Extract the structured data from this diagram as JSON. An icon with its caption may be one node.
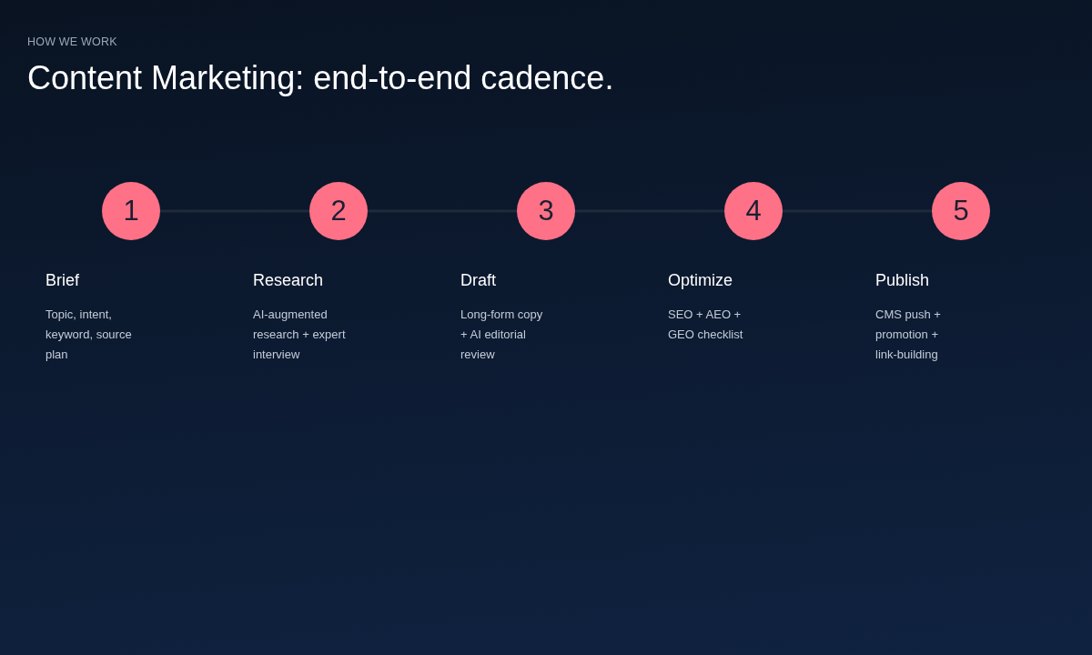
{
  "diagram": {
    "title": "Content Marketing: end-to-end cadence.",
    "nodes": [
      {
        "text": [
          "1"
        ],
        "beside": [
          "Brief",
          "Topic, intent, keyword, source plan"
        ]
      },
      {
        "text": [
          "2"
        ],
        "beside": [
          "Research",
          "AI-augmented research + expert interview"
        ]
      },
      {
        "text": [
          "3"
        ],
        "beside": [
          "Draft",
          "Long-form copy + AI editorial review"
        ]
      },
      {
        "text": [
          "4"
        ],
        "beside": [
          "Optimize",
          "SEO + AEO + GEO checklist"
        ]
      },
      {
        "text": [
          "5"
        ],
        "beside": [
          "Publish",
          "CMS push + promotion + link-building"
        ]
      }
    ],
    "edges": [
      {
        "from": 0,
        "to": 1,
        "arrow": "none"
      },
      {
        "from": 1,
        "to": 2,
        "arrow": "none"
      },
      {
        "from": 2,
        "to": 3,
        "arrow": "none"
      },
      {
        "from": 3,
        "to": 4,
        "arrow": "none"
      }
    ],
    "labels": [
      "HOW WE WORK"
    ]
  }
}
